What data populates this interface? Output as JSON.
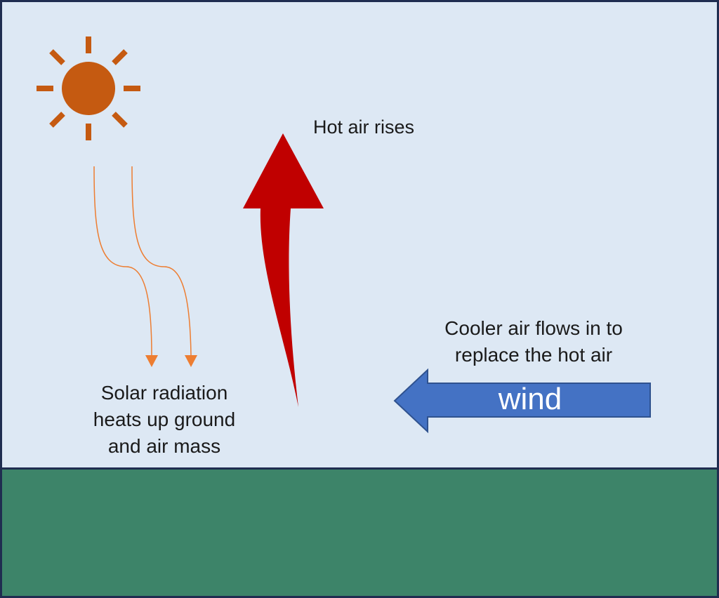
{
  "labels": {
    "hot_air": "Hot air rises",
    "solar": [
      "Solar radiation",
      "heats up ground",
      "and air mass"
    ],
    "cooler": [
      "Cooler air flows in to",
      "replace the hot air"
    ],
    "wind": "wind"
  },
  "colors": {
    "sky": "#dde8f4",
    "ground": "#3d8469",
    "border": "#1f2d50",
    "sun": "#c55a11",
    "rays": "#ed7d31",
    "hot_arrow": "#c00000",
    "wind_arrow": "#4472c4",
    "wind_outline": "#2f528f"
  },
  "icons": {
    "sun": "sun-icon",
    "hot_arrow": "upward-arrow-icon",
    "wind_arrow": "left-arrow-icon"
  }
}
